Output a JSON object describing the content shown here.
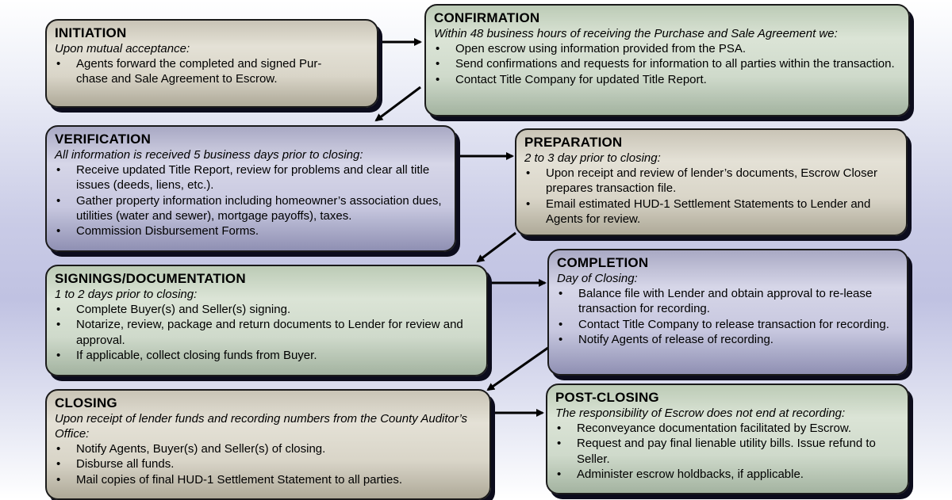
{
  "steps": {
    "initiation": {
      "title": "INITIATION",
      "subtitle": "Upon mutual acceptance:",
      "items": [
        "Agents forward the completed and signed Pur-chase and Sale Agreement to Escrow."
      ]
    },
    "confirmation": {
      "title": "CONFIRMATION",
      "subtitle": "Within 48 business hours of receiving the Purchase and Sale Agreement we:",
      "items": [
        "Open escrow using information provided from the PSA.",
        "Send confirmations and requests for information to all parties within the transaction.",
        "Contact Title Company for updated Title Report."
      ]
    },
    "verification": {
      "title": "VERIFICATION",
      "subtitle": "All information is received 5 business days prior to closing:",
      "items": [
        "Receive updated Title Report, review for problems and clear all title issues (deeds, liens, etc.).",
        "Gather property information including homeowner’s association dues, utilities (water and sewer), mortgage payoffs), taxes.",
        "Commission Disbursement Forms."
      ]
    },
    "preparation": {
      "title": "PREPARATION",
      "subtitle": "2 to 3 day prior to closing:",
      "items": [
        "Upon receipt and review of lender’s documents, Escrow Closer prepares transaction file.",
        "Email estimated HUD-1 Settlement Statements to Lender and Agents for review."
      ]
    },
    "signings": {
      "title": "SIGNINGS/DOCUMENTATION",
      "subtitle": "1 to 2 days prior to closing:",
      "items": [
        "Complete Buyer(s) and Seller(s) signing.",
        "Notarize, review, package and return documents to Lender for review and approval.",
        "If applicable, collect closing funds from Buyer."
      ]
    },
    "completion": {
      "title": "COMPLETION",
      "subtitle": "Day of Closing:",
      "items": [
        "Balance file with Lender and obtain approval to re-lease transaction for recording.",
        "Contact Title Company to release transaction for recording.",
        "Notify Agents of release of recording."
      ]
    },
    "closing": {
      "title": "CLOSING",
      "subtitle": "Upon receipt of lender funds and recording numbers from the County Auditor’s Office:",
      "items": [
        "Notify Agents, Buyer(s) and Seller(s) of closing.",
        "Disburse all funds.",
        "Mail copies of final HUD-1 Settlement Statement to all parties."
      ]
    },
    "post_closing": {
      "title": "POST-CLOSING",
      "subtitle": "The responsibility of Escrow does not end at recording:",
      "items": [
        "Reconveyance documentation facilitated by Escrow.",
        "Request and pay final lienable utility bills. Issue refund to Seller.",
        "Administer escrow holdbacks, if applicable."
      ]
    }
  },
  "colors": {
    "tan": "#d9d5c8",
    "green": "#cfdacb",
    "purple": "#c7c7df",
    "border": "#1a1a1a",
    "shadow": "#0c0c1c",
    "arrow": "#000000"
  }
}
